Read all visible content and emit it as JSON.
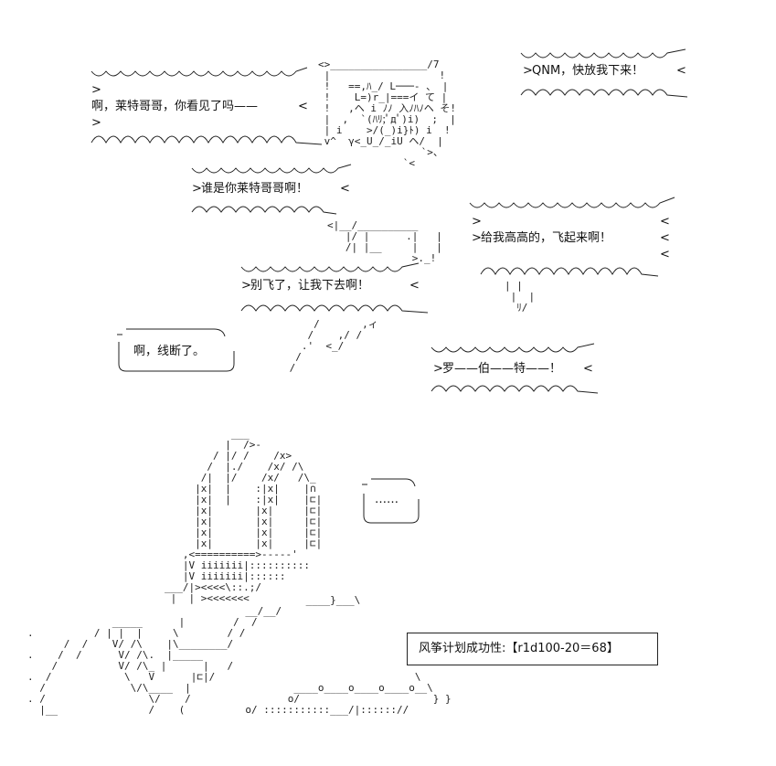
{
  "bubbles": {
    "b1": "啊，莱特哥哥，你看见了吗——",
    "b2": "QNM，快放我下来！",
    "b3": "谁是你莱特哥哥啊！",
    "b4": "给我高高的，飞起来啊！",
    "b5": "别飞了，让我下去啊！",
    "b6": "啊，线断了。",
    "b7": "罗——伯——特——！",
    "b8": "……",
    "result": "风筝计划成功性:【r1d100-20＝68】"
  }
}
